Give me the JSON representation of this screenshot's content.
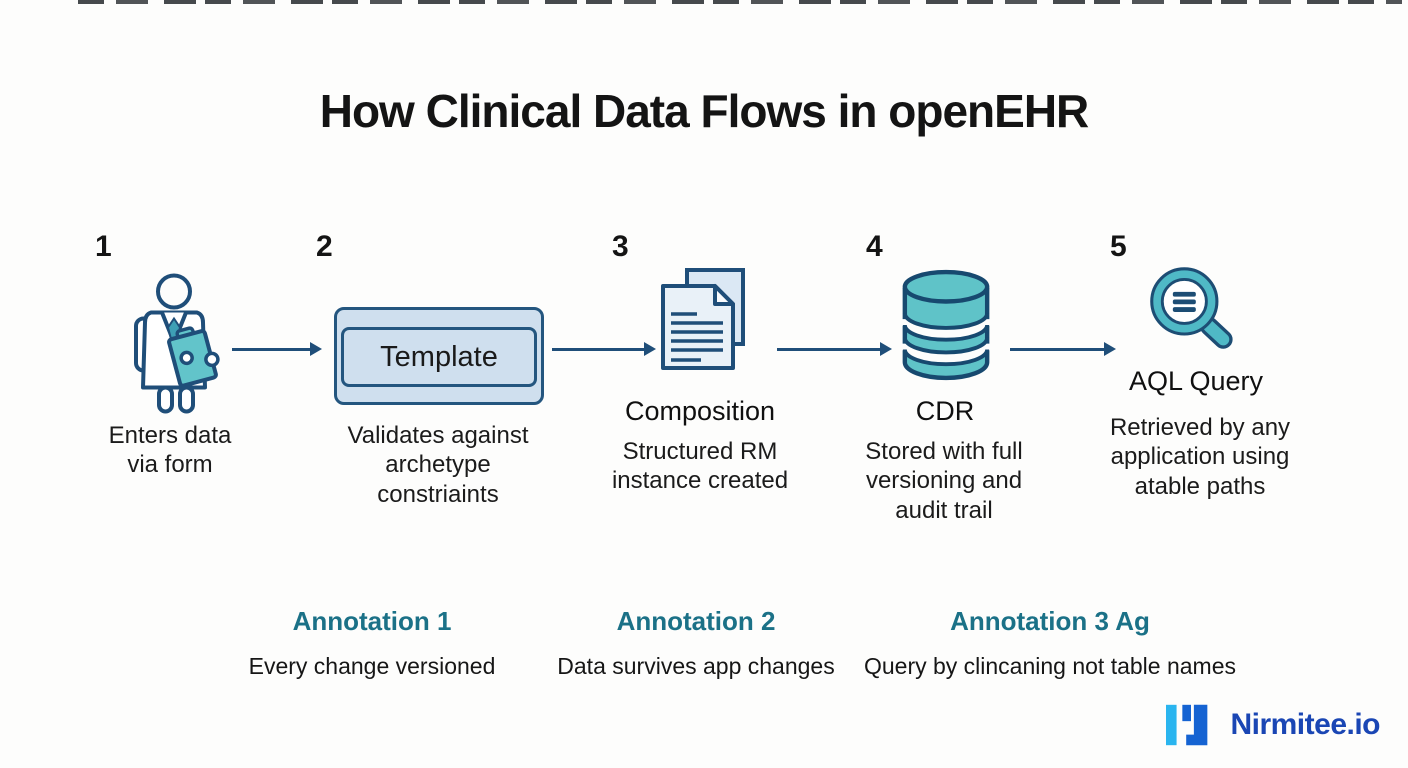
{
  "page": {
    "title": "How Clinical Data Flows in openEHR"
  },
  "colors": {
    "navy": "#1f4e79",
    "icon_teal": "#5ac1c6",
    "annotation_teal": "#1b7187",
    "template_fill": "#cfdfee",
    "logo_blue": "#1563d2",
    "logo_cyan": "#2ab5ef",
    "logo_text_blue": "#1a46b4"
  },
  "steps": [
    {
      "number": "1",
      "icon": "clinician-clipboard-icon",
      "description": "Enters data\nvia form"
    },
    {
      "number": "2",
      "icon": "template-box",
      "box_label": "Template",
      "description": "Validates against\narchetype\nconstriaints"
    },
    {
      "number": "3",
      "icon": "documents-icon",
      "label": "Composition",
      "description": "Structured RM\ninstance created"
    },
    {
      "number": "4",
      "icon": "database-icon",
      "label": "CDR",
      "description": "Stored with full\nversioning and\naudit trail"
    },
    {
      "number": "5",
      "icon": "magnifier-icon",
      "label": "AQL Query",
      "description": "Retrieved by any\napplication using\natable paths"
    }
  ],
  "annotations": [
    {
      "title": "Annotation 1",
      "text": "Every change versioned"
    },
    {
      "title": "Annotation 2",
      "text": "Data survives app changes"
    },
    {
      "title": "Annotation 3 Ag",
      "text": "Query by clincaning not table names"
    }
  ],
  "footer": {
    "brand": "Nirmitee.io"
  }
}
